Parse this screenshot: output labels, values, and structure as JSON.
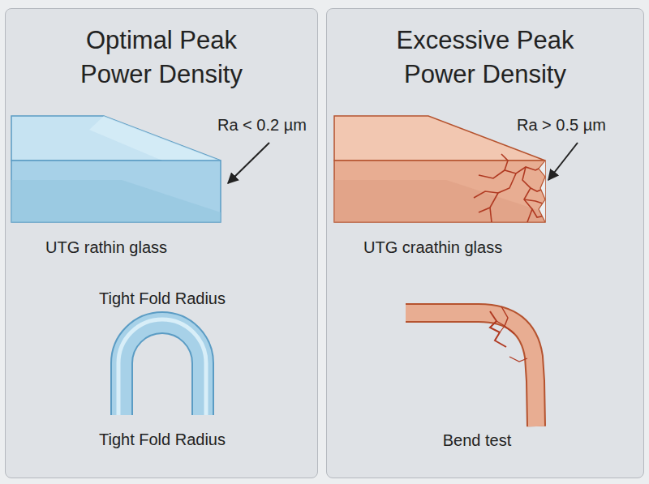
{
  "diagram": {
    "nodes": [
      {
        "text": [
          "Optimal Peak Power Density"
        ]
      },
      {
        "text": [
          "Excessive Peak Power Density"
        ]
      }
    ],
    "labels": [
      "Ra < 0.2 µm",
      "UTG rathin glass",
      "Tight Fold Radius",
      "Tight Fold Radius",
      "Ra > 0.5 µm",
      "UTG craathin glass",
      "Bend test"
    ]
  }
}
